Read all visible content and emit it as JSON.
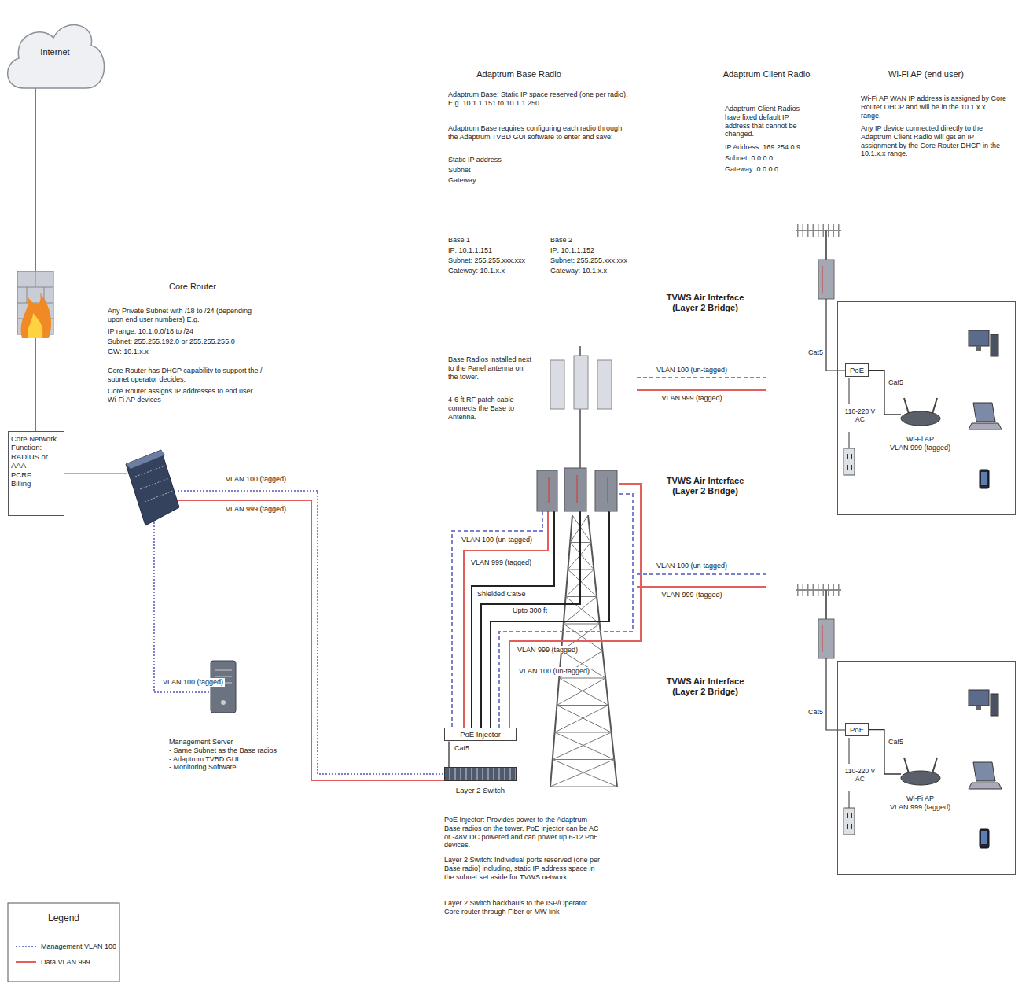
{
  "diagram": {
    "nodes": [
      {
        "text": [
          "Internet"
        ]
      },
      {
        "text": [
          "Core Network Function:",
          "RADIUS or AAA",
          "PCRF",
          "Billing"
        ]
      },
      {
        "text": [
          "Management Server",
          "- Same Subnet as the Base radios",
          "- Adaptrum TVBD GUI",
          "- Monitoring Software"
        ]
      },
      {
        "text": [
          "PoE Injector"
        ]
      },
      {
        "text": [
          "Layer 2 Switch"
        ]
      },
      {
        "text": [
          "110-220 V AC"
        ]
      },
      {
        "text": [
          "PoE"
        ],
        "in": 5
      },
      {
        "text": [
          "Wi-Fi AP",
          "VLAN 999 (tagged)"
        ],
        "in": 5
      },
      {
        "text": [
          "110-220 V AC"
        ]
      },
      {
        "text": [
          "PoE"
        ],
        "in": 8
      },
      {
        "text": [
          "Wi-Fi AP",
          "VLAN 999 (tagged)"
        ],
        "in": 8
      }
    ],
    "edges": [
      {
        "from": 0,
        "to": 1,
        "arrow": "none"
      },
      {
        "from": 3,
        "to": 4,
        "label": "Cat5",
        "arrow": "none"
      },
      {
        "from": 6,
        "to": 7,
        "label": "Cat5",
        "arrow": "none"
      },
      {
        "from": 9,
        "to": 10,
        "label": "Cat5",
        "arrow": "none"
      }
    ],
    "labels": [
      "Core Router",
      "Any Private Subnet with /18 to /24 (depending upon end user numbers) E.g.",
      "IP range: 10.1.0.0/18 to /24",
      "Subnet: 255.255.192.0 or 255.255.255.0",
      "GW: 10.1.x.x",
      "Core Router has DHCP capability to support the / subnet operator decides.",
      "Core Router assigns IP addresses to end user Wi-Fi AP devices",
      "VLAN 100 (tagged)",
      "VLAN 999 (tagged)",
      "VLAN 100 (tagged)",
      "Adaptrum Base Radio",
      "Adaptrum Base: Static IP space reserved (one per radio). E.g. 10.1.1.151 to 10.1.1.250",
      "Adaptrum Base requires configuring each radio through the Adaptrum TVBD GUI software to enter and save:",
      "Static IP address",
      "Subnet",
      "Gateway",
      "Base 1",
      "IP: 10.1.1.151",
      "Subnet: 255.255.xxx.xxx",
      "Gateway: 10.1.x.x",
      "Base 2",
      "IP: 10.1.1.152",
      "Subnet: 255.255.xxx.xxx",
      "Gateway: 10.1.x.x",
      "Base Radios installed next to the Panel antenna on the tower.",
      "4-6 ft RF patch cable connects the Base to Antenna.",
      "VLAN 100 (un-tagged)",
      "VLAN 999 (tagged)",
      "Shielded Cat5e",
      "Upto 300 ft",
      "VLAN 999 (tagged)",
      "VLAN 100 (un-tagged)",
      "PoE Injector: Provides power to the Adaptrum Base radios on the tower. PoE injector can be AC or -48V DC powered and can power up 6-12 PoE devices.",
      "Layer 2 Switch: Individual ports reserved (one per Base radio) including, static IP address space in the subnet set aside for TVWS network.",
      "Layer 2 Switch backhauls to the ISP/Operator Core router through Fiber or MW link",
      "TVWS Air Interface (Layer 2 Bridge)",
      "VLAN 100 (un-tagged)",
      "VLAN 999 (tagged)",
      "TVWS Air Interface (Layer 2 Bridge)",
      "VLAN 100 (un-tagged)",
      "VLAN 999 (tagged)",
      "TVWS Air Interface (Layer 2 Bridge)",
      "Adaptrum Client Radio",
      "Adaptrum Client Radios have fixed default IP address that cannot be changed.",
      "IP Address: 169.254.0.9",
      "Subnet: 0.0.0.0",
      "Gateway: 0.0.0.0",
      "Wi-Fi AP (end user)",
      "Wi-Fi AP WAN IP address is assigned by Core Router DHCP and will be in the 10.1.x.x range.",
      "Any IP device connected directly to the Adaptrum Client Radio will get an IP assignment by the Core Router DHCP in the 10.1.x.x range.",
      "Cat5",
      "Cat5",
      "Legend"
    ],
    "legend": [
      {
        "text": "Management VLAN 100"
      },
      {
        "text": "Data VLAN 999"
      }
    ]
  }
}
